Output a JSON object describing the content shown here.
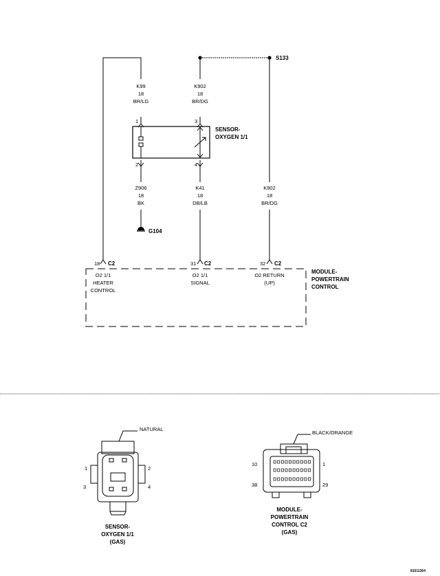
{
  "wires": {
    "k99": {
      "circuit": "K99",
      "gauge": "18",
      "color": "BR/LG"
    },
    "k902_top": {
      "circuit": "K902",
      "gauge": "18",
      "color": "BR/DG"
    },
    "z906": {
      "circuit": "Z906",
      "gauge": "18",
      "color": "BK"
    },
    "k41": {
      "circuit": "K41",
      "gauge": "18",
      "color": "DB/LB"
    },
    "k902_right": {
      "circuit": "K902",
      "gauge": "18",
      "color": "BR/DG"
    }
  },
  "splice": "S133",
  "ground": "G104",
  "sensor": {
    "name_line1": "SENSOR-",
    "name_line2": "OXYGEN 1/1",
    "pin1": "1",
    "pin2": "2",
    "pin3": "3",
    "pin4": "4"
  },
  "pcm": {
    "name_line1": "MODULE-",
    "name_line2": "POWERTRAIN",
    "name_line3": "CONTROL",
    "pins": [
      {
        "num": "18",
        "conn": "C2",
        "line1": "O2 1/1",
        "line2": "HEATER",
        "line3": "CONTROL"
      },
      {
        "num": "31",
        "conn": "C2",
        "line1": "O2 1/1",
        "line2": "SIGNAL",
        "line3": ""
      },
      {
        "num": "32",
        "conn": "C2",
        "line1": "O2 RETURN",
        "line2": "(UP)",
        "line3": ""
      }
    ]
  },
  "connector_views": {
    "sensor": {
      "color_label": "NATURAL",
      "pin1": "1",
      "pin2": "2",
      "pin3": "3",
      "pin4": "4",
      "caption_line1": "SENSOR-",
      "caption_line2": "OXYGEN 1/1",
      "caption_line3": "(GAS)"
    },
    "pcm": {
      "color_label": "BLACK/ORANGE",
      "pin_tl": "10",
      "pin_tr": "1",
      "pin_bl": "38",
      "pin_br": "29",
      "caption_line1": "MODULE-",
      "caption_line2": "POWERTRAIN",
      "caption_line3": "CONTROL C2",
      "caption_line4": "(GAS)"
    }
  },
  "figure_id": "81011364"
}
